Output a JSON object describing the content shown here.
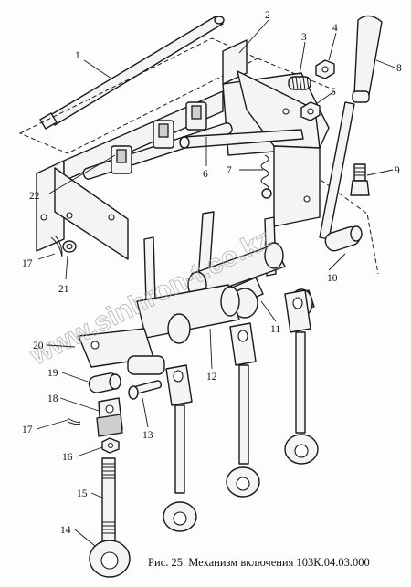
{
  "caption": "Рис. 25. Механизм включения 103К.04.03.000",
  "watermark": "www.sinhron-t.co.kz",
  "callouts": {
    "c1": "1",
    "c2": "2",
    "c3": "3",
    "c4": "4",
    "c5": "5",
    "c6": "6",
    "c7": "7",
    "c8": "8",
    "c9": "9",
    "c10": "10",
    "c11": "11",
    "c12": "12",
    "c13": "13",
    "c14": "14",
    "c15": "15",
    "c16": "16",
    "c17a": "17",
    "c17b": "17",
    "c18": "18",
    "c19": "19",
    "c20": "20",
    "c21": "21",
    "c22": "22"
  }
}
